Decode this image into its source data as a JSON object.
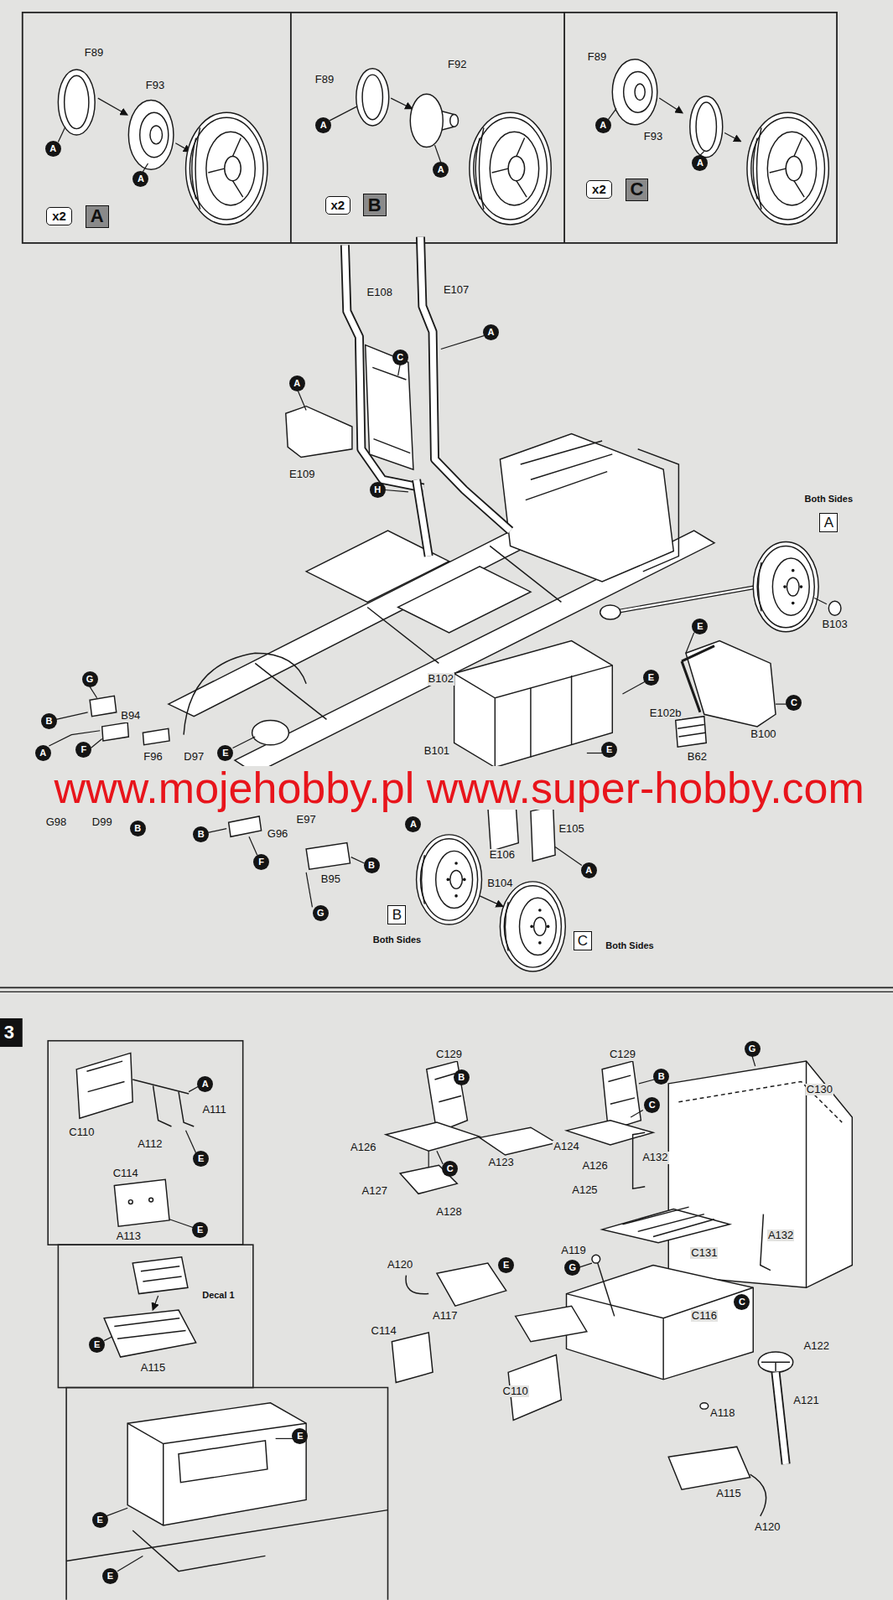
{
  "diagram": {
    "nodes": [
      {
        "text": [
          "A"
        ]
      },
      {
        "text": [
          "A"
        ]
      },
      {
        "text": [
          "x2"
        ]
      },
      {
        "text": [
          "A"
        ]
      },
      {
        "text": [
          "A"
        ]
      },
      {
        "text": [
          "A"
        ]
      },
      {
        "text": [
          "x2"
        ]
      },
      {
        "text": [
          "B"
        ]
      },
      {
        "text": [
          "A"
        ]
      },
      {
        "text": [
          "A"
        ]
      },
      {
        "text": [
          "x2"
        ]
      },
      {
        "text": [
          "C"
        ]
      },
      {
        "text": [
          "A"
        ]
      },
      {
        "text": [
          "C"
        ]
      },
      {
        "text": [
          "A"
        ]
      },
      {
        "text": [
          "H"
        ]
      },
      {
        "text": [
          "A"
        ]
      },
      {
        "text": [
          "E"
        ]
      },
      {
        "text": [
          "E"
        ]
      },
      {
        "text": [
          "G"
        ]
      },
      {
        "text": [
          "C"
        ]
      },
      {
        "text": [
          "B"
        ]
      },
      {
        "text": [
          "E"
        ]
      },
      {
        "text": [
          "F"
        ]
      },
      {
        "text": [
          "A"
        ]
      },
      {
        "text": [
          "E"
        ]
      },
      {
        "text": [
          "A"
        ]
      },
      {
        "text": [
          "B"
        ]
      },
      {
        "text": [
          "B"
        ]
      },
      {
        "text": [
          "F"
        ]
      },
      {
        "text": [
          "B"
        ]
      },
      {
        "text": [
          "A"
        ]
      },
      {
        "text": [
          "G"
        ]
      },
      {
        "text": [
          "B"
        ]
      },
      {
        "text": [
          "C"
        ]
      },
      {
        "text": [
          "A"
        ]
      },
      {
        "text": [
          "B"
        ]
      },
      {
        "text": [
          "B"
        ]
      },
      {
        "text": [
          "G"
        ]
      },
      {
        "text": [
          "C"
        ]
      },
      {
        "text": [
          "E"
        ]
      },
      {
        "text": [
          "C"
        ]
      },
      {
        "text": [
          "E"
        ]
      },
      {
        "text": [
          "E"
        ]
      },
      {
        "text": [
          "G"
        ]
      },
      {
        "text": [
          "C"
        ]
      },
      {
        "text": [
          "E"
        ]
      },
      {
        "text": [
          "E"
        ]
      },
      {
        "text": [
          "E"
        ]
      },
      {
        "text": [
          "E"
        ]
      }
    ],
    "labels": [
      "F89",
      "F93",
      "F89",
      "F92",
      "F89",
      "F93",
      "E108",
      "E107",
      "E109",
      "Both Sides",
      "B103",
      "B94",
      "B102",
      "E102b",
      "B100",
      "B101",
      "F96",
      "D97",
      "B62",
      "www.mojehobby.pl www.super-hobby.com",
      "G98",
      "D99",
      "E97",
      "G96",
      "E106",
      "E105",
      "B95",
      "B104",
      "Both Sides",
      "Both Sides",
      "3",
      "C129",
      "C129",
      "C130",
      "A111",
      "C110",
      "A112",
      "A126",
      "A124",
      "A123",
      "A126",
      "A132",
      "C114",
      "A125",
      "A127",
      "A128",
      "A113",
      "A132",
      "A119",
      "C131",
      "A120",
      "Decal 1",
      "A117",
      "C116",
      "C114",
      "A122",
      "A115",
      "C110",
      "A121",
      "A118",
      "A115",
      "A120"
    ]
  }
}
